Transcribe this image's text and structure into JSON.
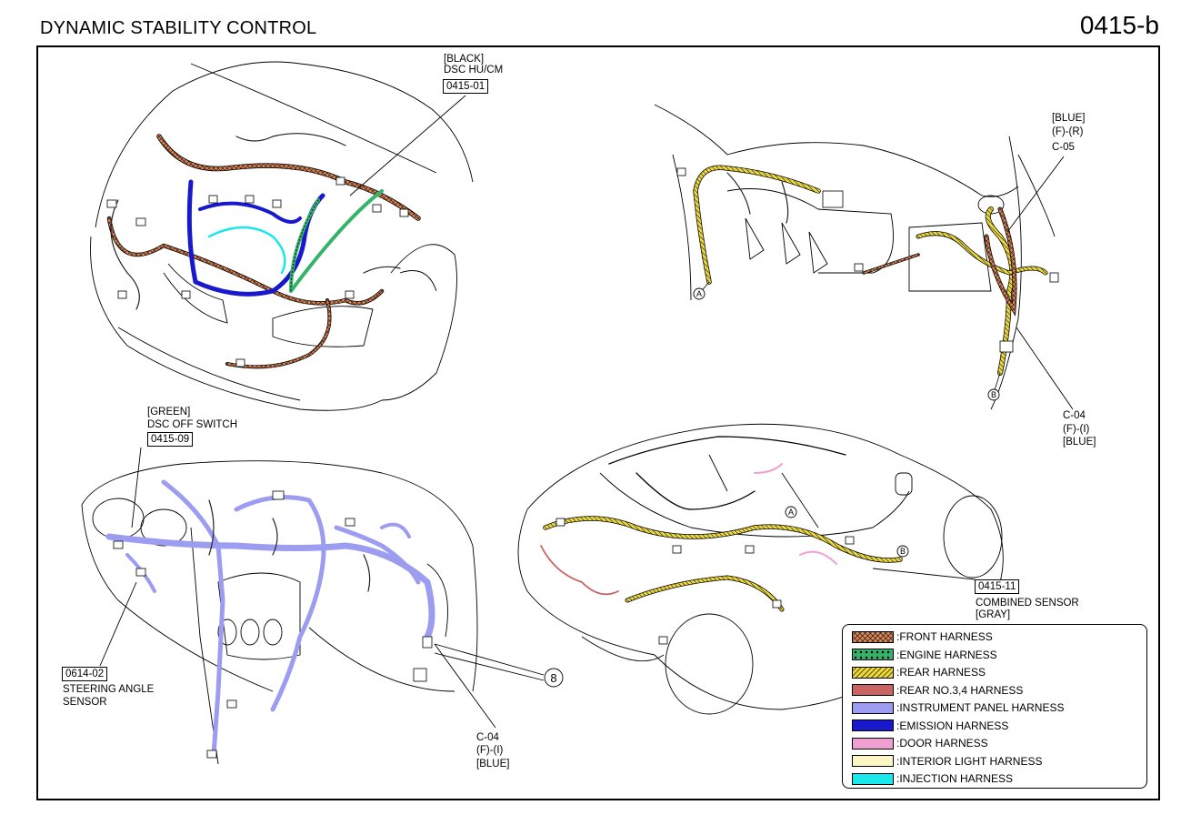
{
  "header": {
    "title": "DYNAMIC STABILITY CONTROL",
    "code": "0415-b"
  },
  "callouts": {
    "dsc_hu_cm": {
      "color": "[BLACK]",
      "name": "DSC HU/CM",
      "ref": "0415-01"
    },
    "c05": {
      "color": "[BLUE]",
      "type": "(F)-(R)",
      "name": "C-05"
    },
    "c04_right": {
      "name": "C-04",
      "type": "(F)-(I)",
      "color": "[BLUE]"
    },
    "dsc_off_switch": {
      "color": "[GREEN]",
      "name": "DSC OFF SWITCH",
      "ref": "0415-09"
    },
    "combined_sensor": {
      "ref": "0415-11",
      "name": "COMBINED SENSOR",
      "color": "[GRAY]"
    },
    "steering_angle_sensor": {
      "ref": "0614-02",
      "name_line1": "STEERING ANGLE",
      "name_line2": "SENSOR"
    },
    "c04_bottom": {
      "name": "C-04",
      "type": "(F)-(I)",
      "color": "[BLUE]"
    },
    "ground": {
      "number": "8"
    },
    "markers": {
      "a": "A",
      "b": "B"
    }
  },
  "legend": {
    "items": [
      {
        "label": ":FRONT HARNESS",
        "color": "#d9885a",
        "icon": "crosshatch-swatch"
      },
      {
        "label": ":ENGINE HARNESS",
        "color": "#35b36a",
        "icon": "dotted-swatch"
      },
      {
        "label": ":REAR HARNESS",
        "color": "#ecd83a",
        "icon": "hatched-swatch"
      },
      {
        "label": ":REAR NO.3,4 HARNESS",
        "color": "#c86464",
        "icon": "solid-swatch"
      },
      {
        "label": ":INSTRUMENT PANEL HARNESS",
        "color": "#9c9cf0",
        "icon": "solid-swatch"
      },
      {
        "label": ":EMISSION HARNESS",
        "color": "#1818cc",
        "icon": "solid-swatch"
      },
      {
        "label": ":DOOR HARNESS",
        "color": "#f0a0d0",
        "icon": "solid-swatch"
      },
      {
        "label": ":INTERIOR LIGHT HARNESS",
        "color": "#fcf5c4",
        "icon": "solid-swatch"
      },
      {
        "label": ":INJECTION HARNESS",
        "color": "#18e8ec",
        "icon": "solid-swatch"
      }
    ]
  }
}
